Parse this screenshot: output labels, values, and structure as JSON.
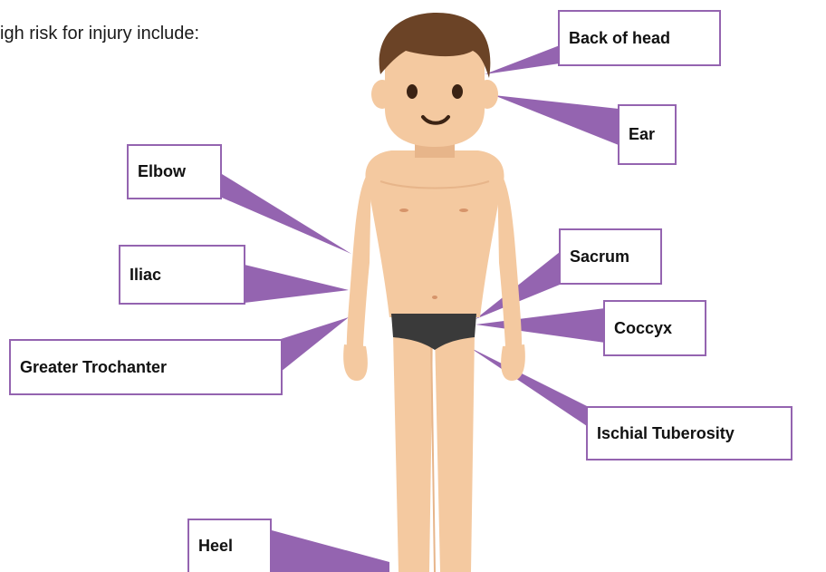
{
  "intro_text": "igh risk for injury include:",
  "colors": {
    "callout": "#9464b0",
    "skin": "#f4c9a0",
    "skin_shadow": "#e7b58a",
    "hair": "#6b4326",
    "underwear": "#3a3a3a"
  },
  "labels": {
    "back_of_head": "Back of head",
    "ear": "Ear",
    "elbow": "Elbow",
    "iliac": "Iliac",
    "greater_trochanter": "Greater Trochanter",
    "sacrum": "Sacrum",
    "coccyx": "Coccyx",
    "ischial_tuberosity": "Ischial Tuberosity",
    "heel": "Heel"
  }
}
